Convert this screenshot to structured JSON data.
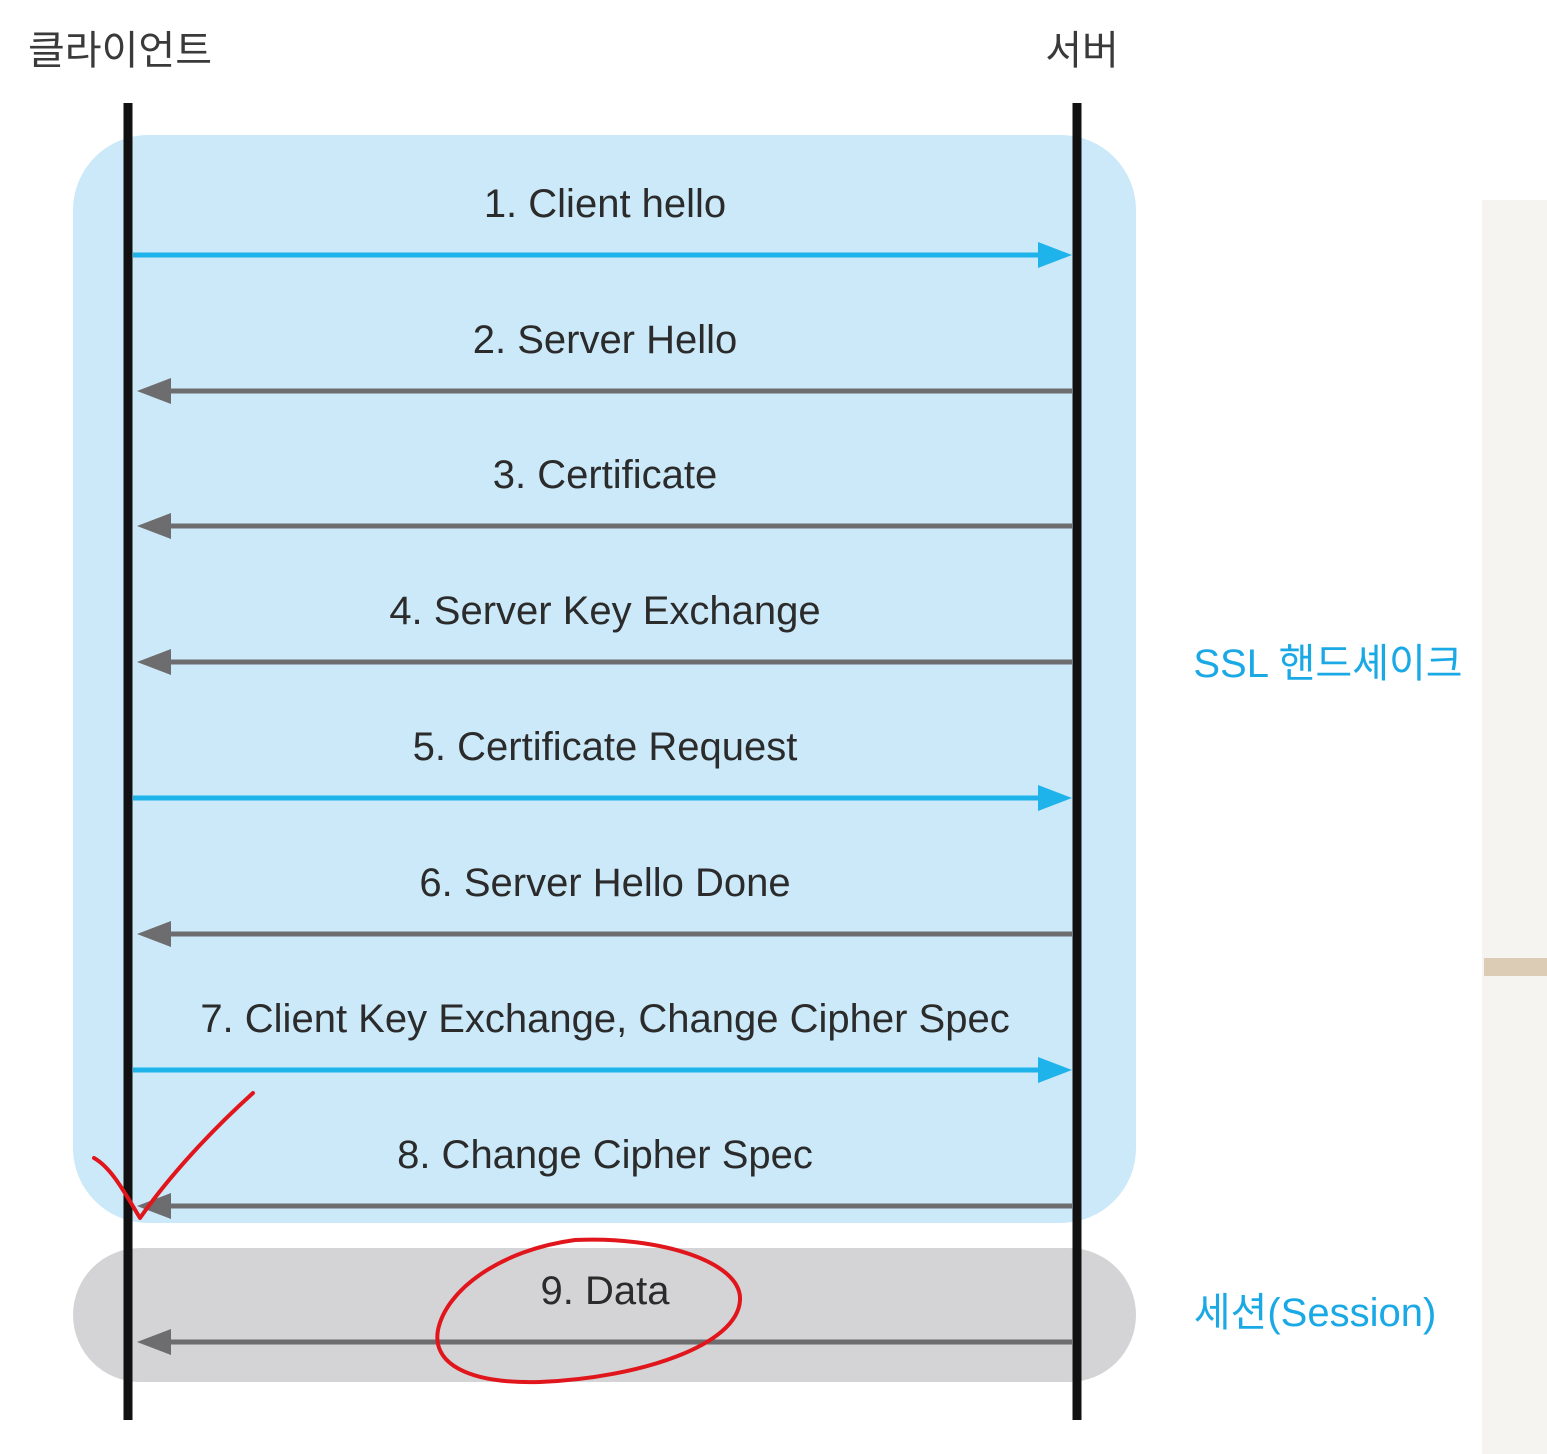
{
  "participants": {
    "client": "클라이언트",
    "server": "서버"
  },
  "sections": {
    "handshake": "SSL 핸드셰이크",
    "session": "세션(Session)"
  },
  "messages": [
    {
      "label": "1. Client hello",
      "direction": "client-to-server"
    },
    {
      "label": "2. Server Hello",
      "direction": "server-to-client"
    },
    {
      "label": "3. Certificate",
      "direction": "server-to-client"
    },
    {
      "label": "4. Server Key Exchange",
      "direction": "server-to-client"
    },
    {
      "label": "5. Certificate Request",
      "direction": "client-to-server"
    },
    {
      "label": "6. Server Hello Done",
      "direction": "server-to-client"
    },
    {
      "label": "7. Client Key Exchange, Change Cipher Spec",
      "direction": "client-to-server"
    },
    {
      "label": "8. Change Cipher Spec",
      "direction": "server-to-client"
    },
    {
      "label": "9. Data",
      "direction": "server-to-client"
    }
  ],
  "annotations": {
    "checkmark": "step 8",
    "circle": "step 9"
  },
  "colors": {
    "handshake_bg": "#cbe9f8",
    "session_bg": "#d4d4d6",
    "client_to_server_arrow": "#1fb3ec",
    "server_to_client_arrow": "#6d6d6f",
    "lifeline": "#111111",
    "section_label": "#1ba9e6",
    "annotation": "#e0161c"
  }
}
